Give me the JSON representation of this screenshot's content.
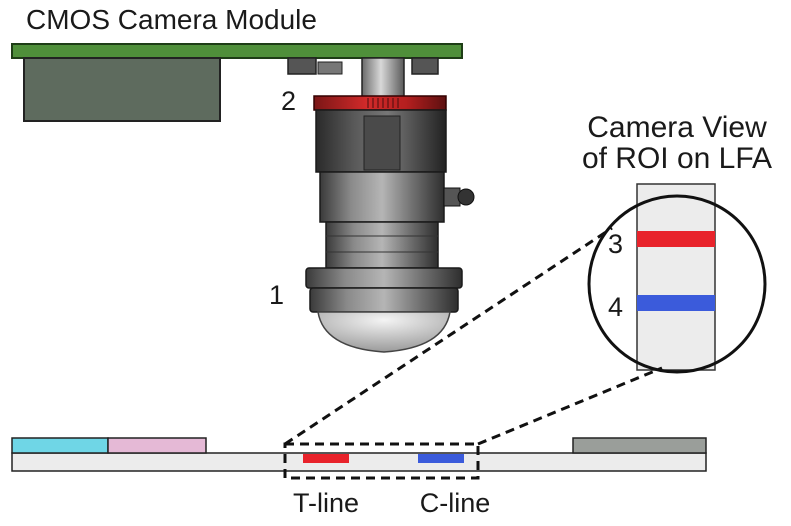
{
  "labels": {
    "title": "CMOS Camera Module",
    "num_1": "1",
    "num_2": "2",
    "num_3": "3",
    "num_4": "4",
    "camera_view_line1": "Camera View",
    "camera_view_line2": "of ROI on LFA",
    "t_line": "T-line",
    "c_line": "C-line"
  },
  "colors": {
    "pcb_green": "#4f8f3a",
    "sensor_gray": "#5e6b5e",
    "t_line_red": "#e8232b",
    "c_line_blue": "#3b5bdb",
    "sample_pad_cyan": "#6fd6e6",
    "conjugate_pad_pink": "#e5b9d6",
    "absorbent_pad_gray": "#9a9e9a",
    "strip_light": "#ececec"
  }
}
